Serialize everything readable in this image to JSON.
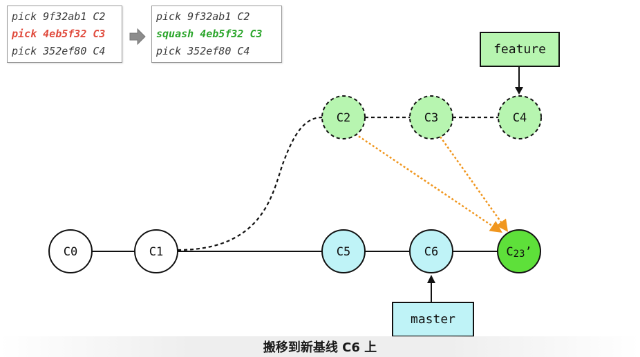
{
  "todo_before": [
    {
      "cmd": "pick",
      "hash": "9f32ab1",
      "commit": "C2",
      "highlight": "none"
    },
    {
      "cmd": "pick",
      "hash": "4eb5f32",
      "commit": "C3",
      "highlight": "red"
    },
    {
      "cmd": "pick",
      "hash": "352ef80",
      "commit": "C4",
      "highlight": "none"
    }
  ],
  "todo_after": [
    {
      "cmd": "pick",
      "hash": "9f32ab1",
      "commit": "C2",
      "highlight": "none"
    },
    {
      "cmd": "squash",
      "hash": "4eb5f32",
      "commit": "C3",
      "highlight": "green"
    },
    {
      "cmd": "pick",
      "hash": "352ef80",
      "commit": "C4",
      "highlight": "none"
    }
  ],
  "commits": {
    "c0": "C0",
    "c1": "C1",
    "c2": "C2",
    "c3": "C3",
    "c4": "C4",
    "c5": "C5",
    "c6": "C6",
    "c23_main": "C",
    "c23_sub": "23",
    "c23_mark": "’"
  },
  "refs": {
    "feature": "feature",
    "master": "master"
  },
  "caption": "搬移到新基线 C6 上",
  "colors": {
    "highlight_red": "#e04a3c",
    "highlight_green": "#2aa52a",
    "feature_fill": "#b7f5b0",
    "master_fill": "#bff3f7",
    "new_commit_fill": "#5ee03a",
    "squash_arrow": "#f0961e"
  }
}
